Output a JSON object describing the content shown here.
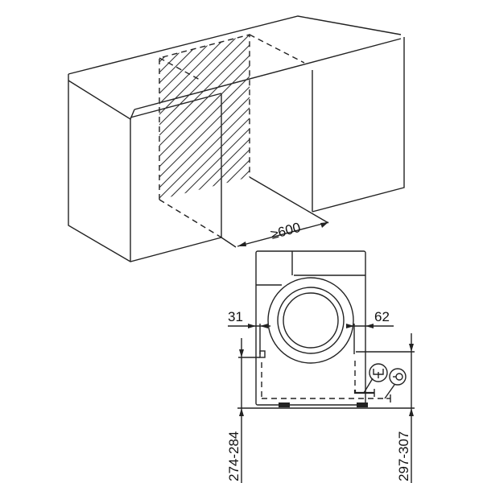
{
  "diagram": {
    "min_niche_width": "≥600",
    "left_clearance": "31",
    "right_clearance": "62",
    "left_height_range": "274-284",
    "right_height_range": "297-307",
    "icons": [
      "water-drain-icon",
      "power-plug-icon"
    ]
  }
}
